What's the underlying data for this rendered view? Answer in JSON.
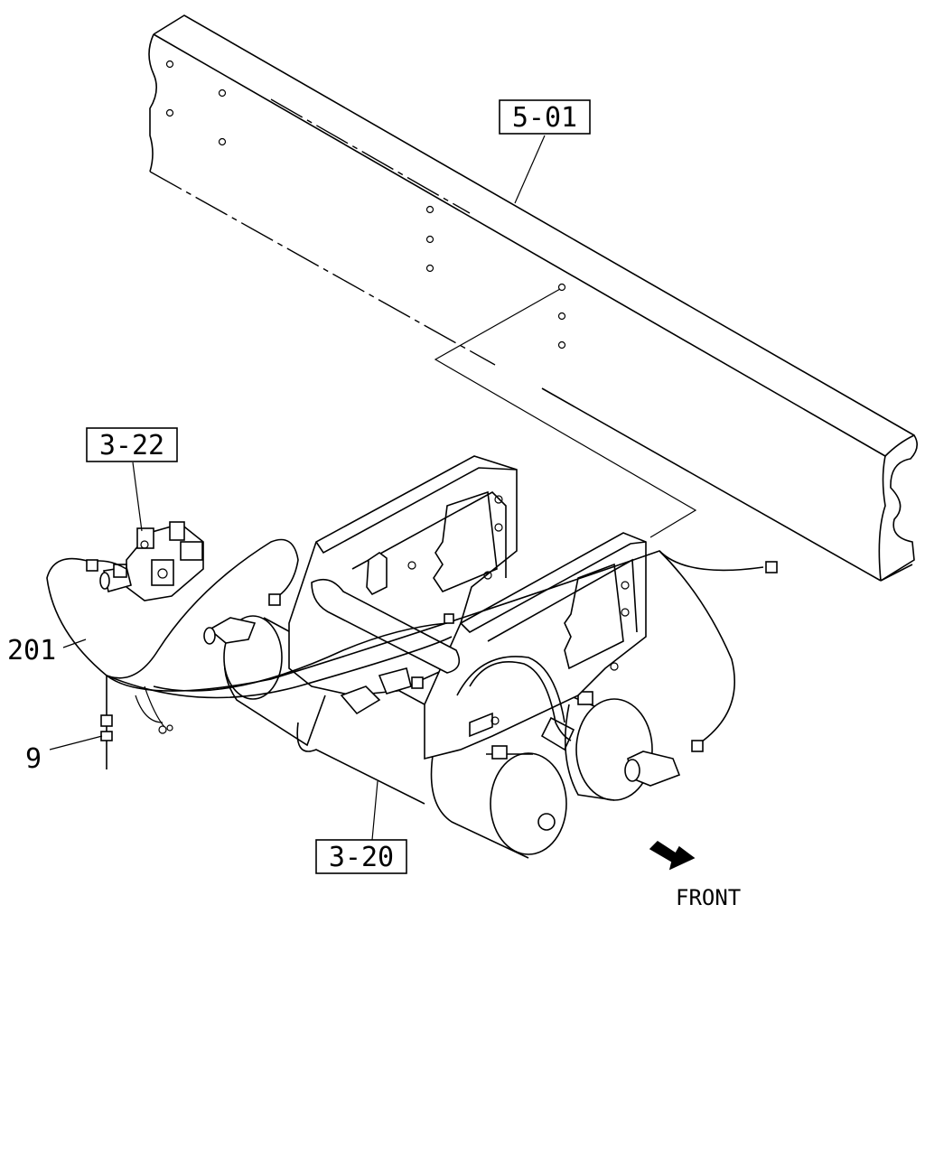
{
  "callouts": [
    {
      "id": "frame",
      "label": "5-01"
    },
    {
      "id": "valve",
      "label": "3-22"
    },
    {
      "id": "tanks",
      "label": "3-20"
    }
  ],
  "part_numbers": [
    {
      "id": "harness",
      "label": "201"
    },
    {
      "id": "clip",
      "label": "9"
    }
  ],
  "direction_label": "FRONT",
  "icons": {
    "direction": "front-arrow-icon"
  }
}
